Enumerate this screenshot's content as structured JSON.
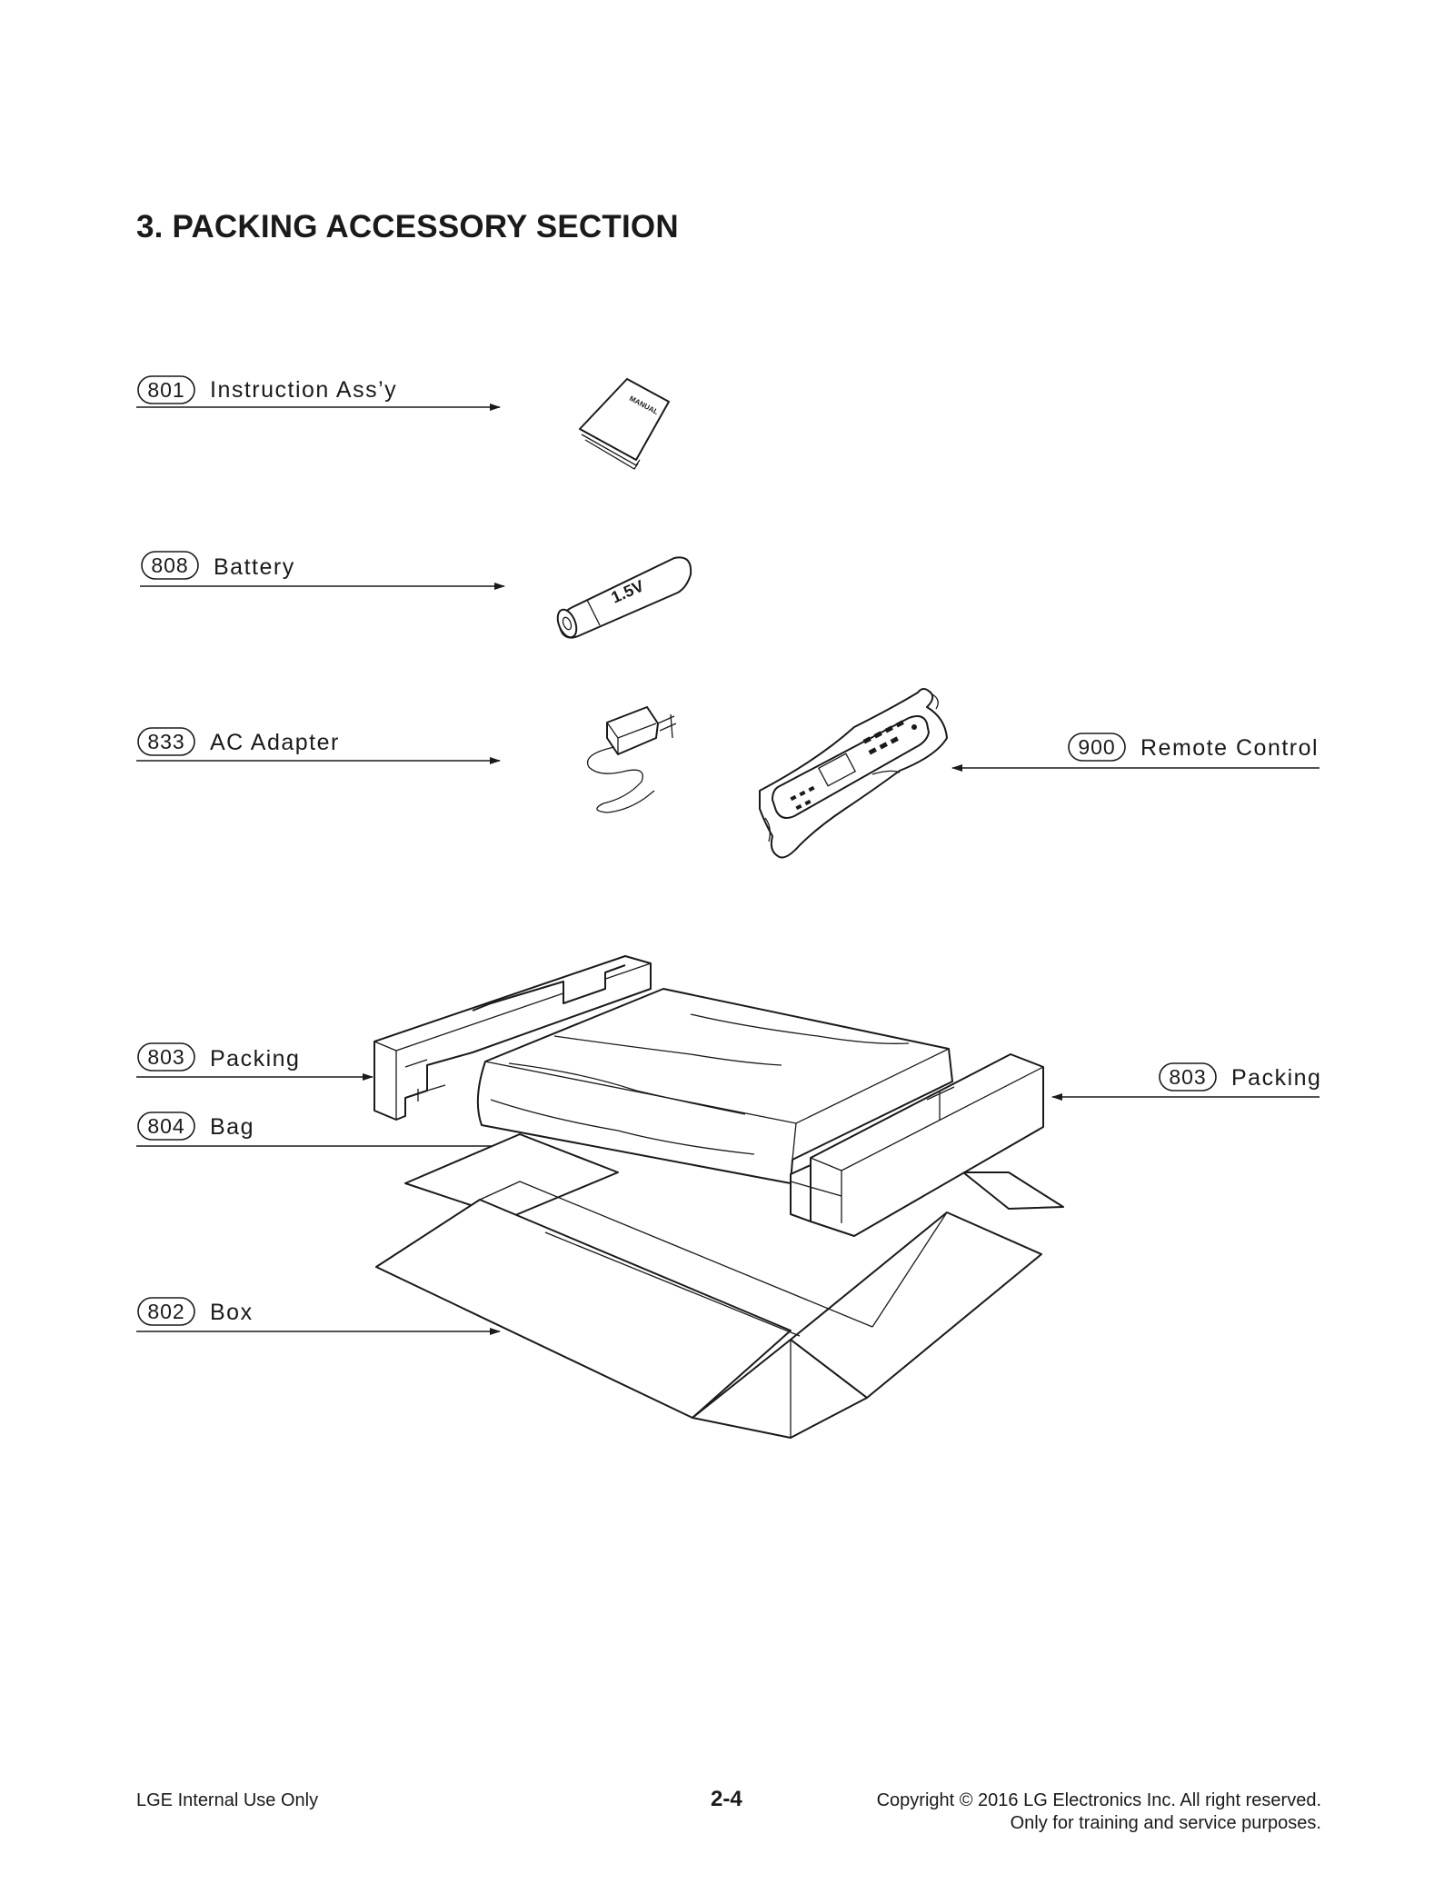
{
  "page_title": "3. PACKING ACCESSORY SECTION",
  "parts": [
    {
      "code": "801",
      "name": "Instruction Ass’y"
    },
    {
      "code": "808",
      "name": "Battery"
    },
    {
      "code": "833",
      "name": "AC Adapter"
    },
    {
      "code": "900",
      "name": "Remote Control"
    },
    {
      "code": "803",
      "name": "Packing"
    },
    {
      "code": "804",
      "name": "Bag"
    },
    {
      "code": "802",
      "name": "Box"
    },
    {
      "code": "803",
      "name": "Packing"
    }
  ],
  "illustration_text": {
    "manual": "MANUAL",
    "battery_voltage": "1.5V"
  },
  "footer": {
    "left": "LGE Internal Use Only",
    "page_number": "2-4",
    "copyright": "Copyright © 2016 LG Electronics Inc. All right reserved.",
    "purpose": "Only for training and service purposes."
  }
}
